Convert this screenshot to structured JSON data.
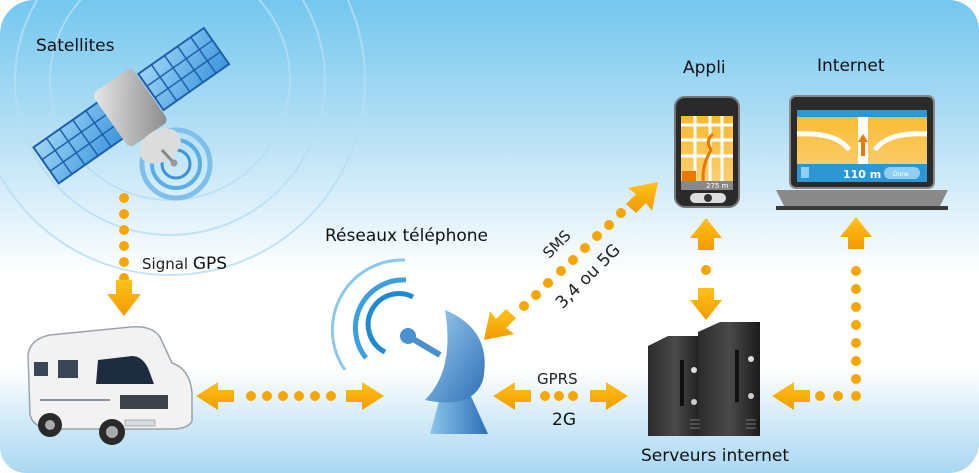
{
  "diagram": {
    "nodes": {
      "satellites": {
        "label": "Satellites"
      },
      "camping_car": {
        "label": ""
      },
      "reseaux": {
        "label": "Réseaux téléphone"
      },
      "appli": {
        "label": "Appli",
        "screen_distance": "275 m"
      },
      "internet": {
        "label": "Internet",
        "screen_distance": "110 m",
        "screen_button": "Done"
      },
      "serveurs": {
        "label": "Serveurs internet"
      }
    },
    "edges": {
      "gps": {
        "label_part1": "Signal",
        "label_part2": "GPS"
      },
      "sms": {
        "label_top": "SMS",
        "label_bottom": "3,4 ou 5G"
      },
      "gprs": {
        "label_top": "GPRS",
        "label_bottom": "2G"
      }
    },
    "colors": {
      "arrow": "#f7a600",
      "arrow_light": "#ffc21a",
      "sky_top": "#74c7ef",
      "antenna_blue": "#3a8fd0",
      "solar_panel": "#2a7fd0"
    }
  }
}
